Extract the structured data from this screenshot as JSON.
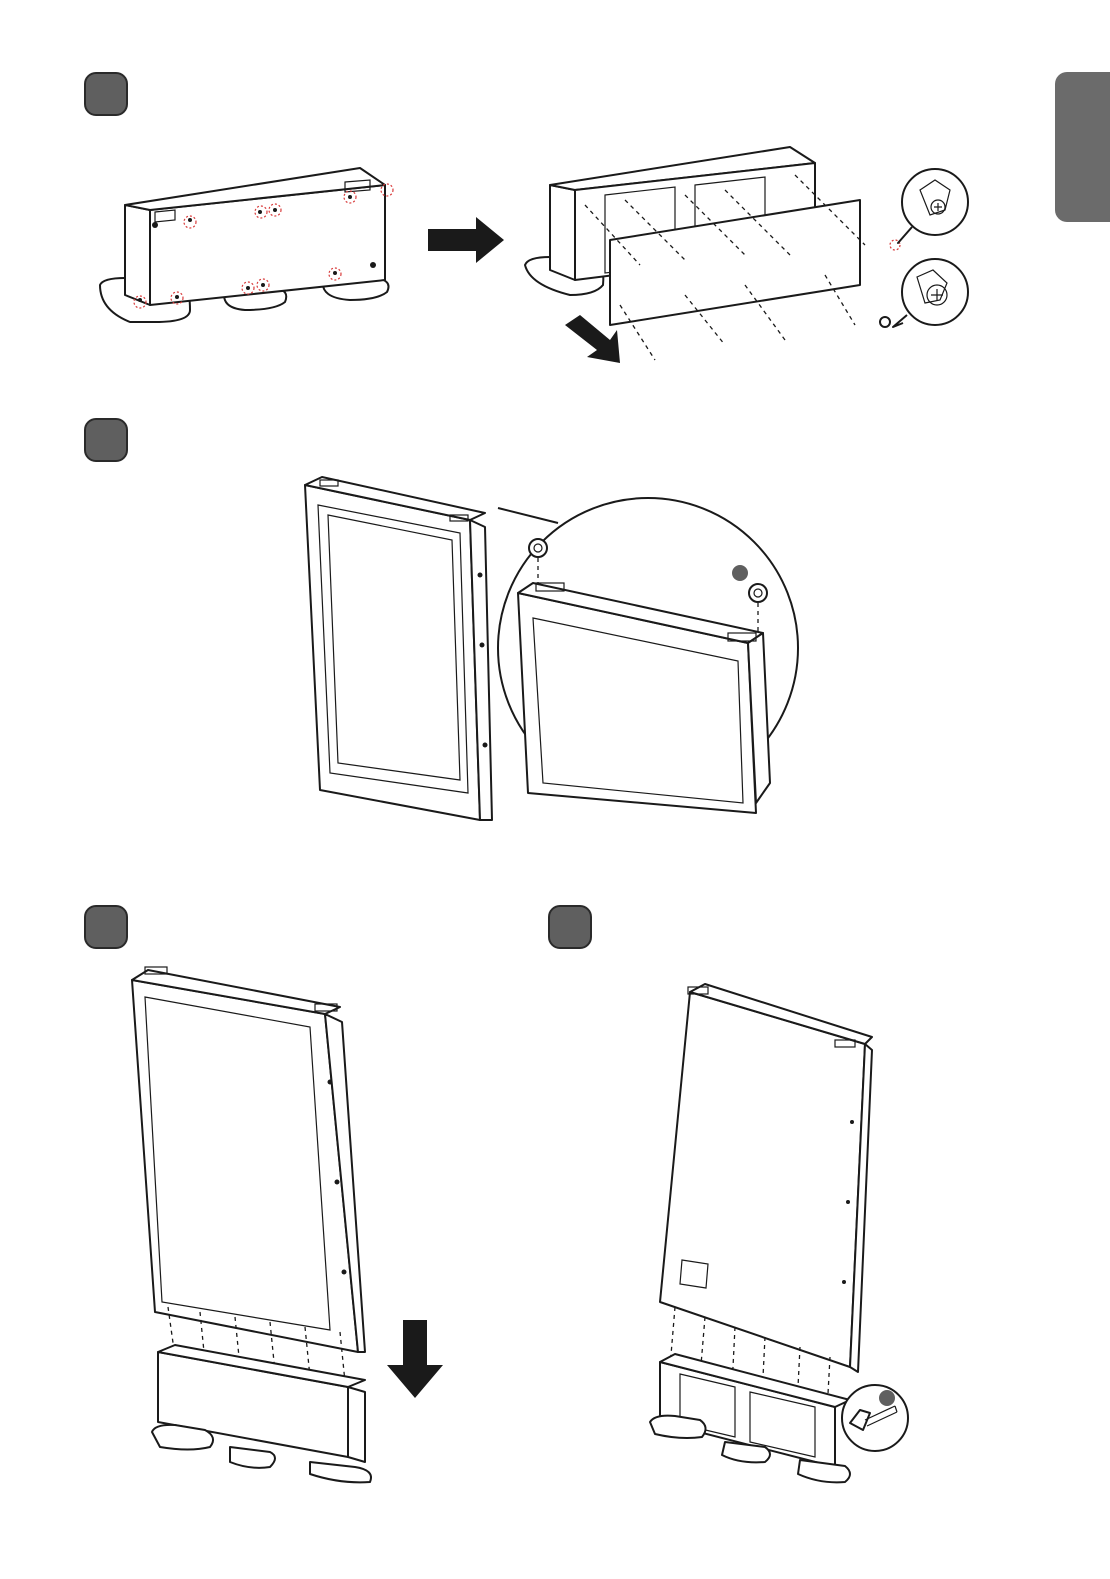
{
  "steps": [
    {
      "id": 1,
      "figure": "remove-stand-cover"
    },
    {
      "id": 2,
      "figure": "attach-eye-bolts"
    },
    {
      "id": 3,
      "figure": "lower-display-onto-stand"
    },
    {
      "id": 4,
      "figure": "fasten-bolts-rear-view"
    }
  ],
  "icons": {
    "screw_torx": "torx-screw-icon",
    "screw_phillips": "phillips-screw-icon",
    "bolt_hex": "hex-bolt-icon",
    "eye_bolt": "eye-bolt-icon",
    "arrow_right": "arrow-right-icon",
    "arrow_down": "arrow-down-icon"
  },
  "colors": {
    "badge": "#5f5f5f",
    "side_tab": "#6b6b6b",
    "back_panel": "#c8c8c8",
    "highlight": "#d83a3a"
  }
}
